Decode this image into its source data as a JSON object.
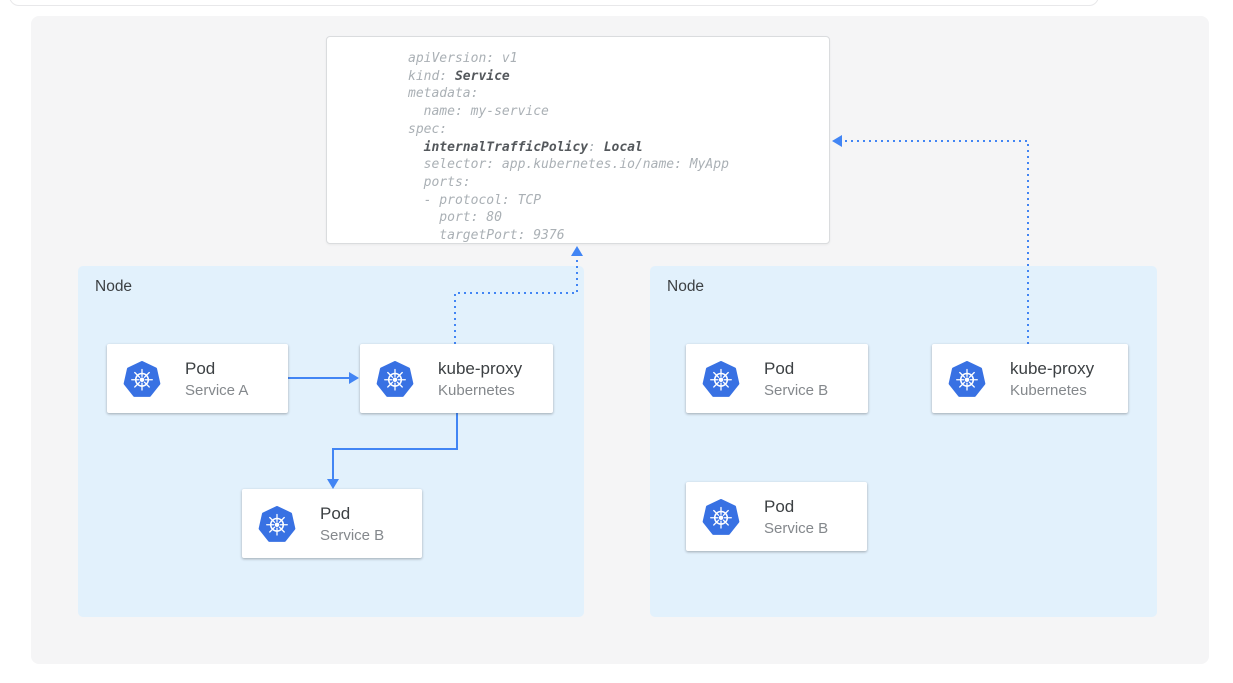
{
  "colors": {
    "arrow_blue": "#4285F4",
    "kubernetes_blue": "#3871E3",
    "node_bg": "#E2F1FC",
    "panel_bg": "#F5F5F6",
    "card_bg": "#FFFFFF",
    "yaml_text_gray": "#AAB0B5",
    "yaml_text_bold": "#54585C"
  },
  "icons": {
    "kubernetes": "kubernetes-helm-icon"
  },
  "yaml": {
    "lines": [
      {
        "segments": [
          {
            "text": "apiVersion: v1"
          }
        ]
      },
      {
        "segments": [
          {
            "text": "kind: "
          },
          {
            "text": "Service",
            "bold": true
          }
        ]
      },
      {
        "segments": [
          {
            "text": "metadata:"
          }
        ]
      },
      {
        "segments": [
          {
            "text": "  name: my-service"
          }
        ]
      },
      {
        "segments": [
          {
            "text": "spec:"
          }
        ]
      },
      {
        "segments": [
          {
            "text": "  "
          },
          {
            "text": "internalTrafficPolicy",
            "bold": true
          },
          {
            "text": ": "
          },
          {
            "text": "Local",
            "bold": true
          }
        ]
      },
      {
        "segments": [
          {
            "text": "  selector: app.kubernetes.io/name: MyApp"
          }
        ]
      },
      {
        "segments": [
          {
            "text": "  ports:"
          }
        ]
      },
      {
        "segments": [
          {
            "text": "  - protocol: TCP"
          }
        ]
      },
      {
        "segments": [
          {
            "text": "    port: 80"
          }
        ]
      },
      {
        "segments": [
          {
            "text": "    targetPort: 9376"
          }
        ]
      }
    ]
  },
  "nodes": [
    {
      "label": "Node",
      "cards": [
        {
          "title": "Pod",
          "subtitle": "Service A"
        },
        {
          "title": "kube-proxy",
          "subtitle": "Kubernetes"
        },
        {
          "title": "Pod",
          "subtitle": "Service B"
        }
      ]
    },
    {
      "label": "Node",
      "cards": [
        {
          "title": "Pod",
          "subtitle": "Service B"
        },
        {
          "title": "kube-proxy",
          "subtitle": "Kubernetes"
        },
        {
          "title": "Pod",
          "subtitle": "Service B"
        }
      ]
    }
  ]
}
